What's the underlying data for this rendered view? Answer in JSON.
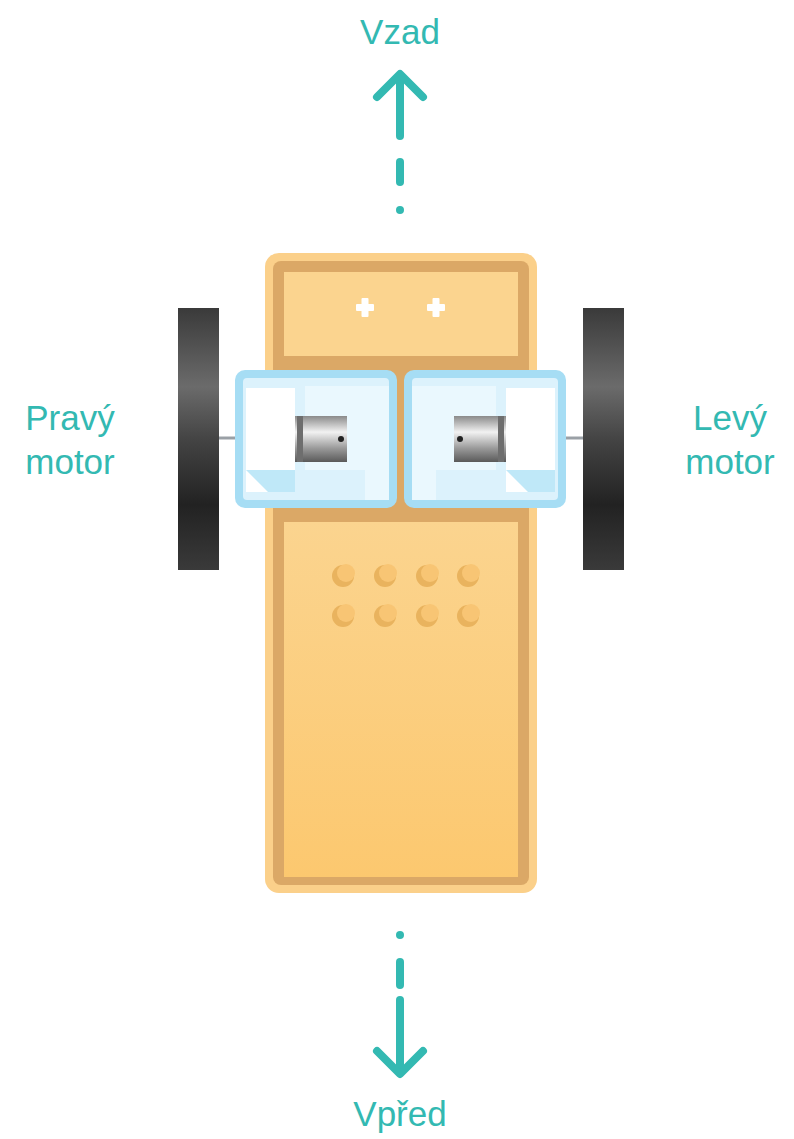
{
  "diagram": {
    "labels": [
      "Vzad",
      "Pravý motor",
      "Levý motor",
      "Vpřed"
    ]
  }
}
